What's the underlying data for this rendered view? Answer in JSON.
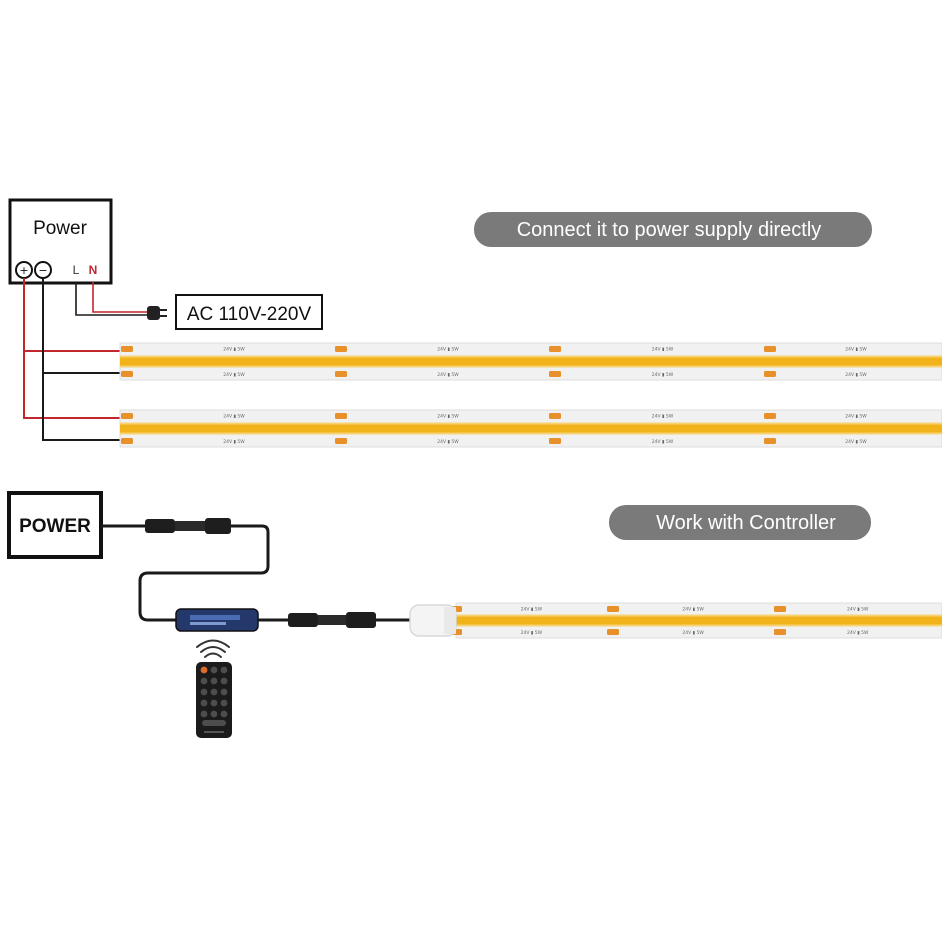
{
  "top": {
    "power_box_label": "Power",
    "terminal_plus": "+",
    "terminal_minus": "−",
    "terminal_l": "L",
    "terminal_n": "N",
    "ac_label": "AC 110V-220V",
    "caption": "Connect it to power supply directly"
  },
  "bottom": {
    "power_box_label": "POWER",
    "caption": "Work with Controller"
  },
  "strip_marking": "24V ▮ 5W",
  "colors": {
    "led_yellow": "#f2b21a",
    "led_glow": "#f7d273",
    "pad_orange": "#e8902a",
    "wire_red": "#c1272d",
    "wire_black": "#1a1a1a",
    "pill_bg": "#7a7a7a",
    "pill_text": "#ffffff",
    "strip_bg": "#f1f1f1",
    "controller_blue": "#24386b"
  }
}
